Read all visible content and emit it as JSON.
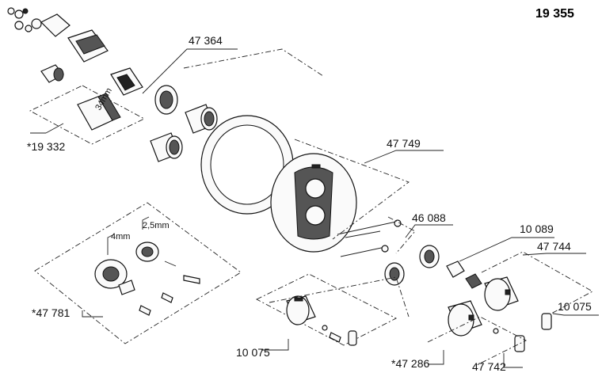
{
  "diagram": {
    "model_number": "19 355",
    "labels": [
      {
        "id": "lbl-47364",
        "text": "47 364"
      },
      {
        "id": "lbl-19332",
        "text": "*19 332"
      },
      {
        "id": "lbl-47749",
        "text": "47 749"
      },
      {
        "id": "lbl-46088",
        "text": "46 088"
      },
      {
        "id": "lbl-10089",
        "text": "10 089"
      },
      {
        "id": "lbl-47744",
        "text": "47 744"
      },
      {
        "id": "lbl-10075a",
        "text": "10 075"
      },
      {
        "id": "lbl-47781",
        "text": "*47 781"
      },
      {
        "id": "lbl-47286",
        "text": "*47 286"
      },
      {
        "id": "lbl-47742",
        "text": "47 742"
      },
      {
        "id": "lbl-10075b",
        "text": "10 075"
      }
    ],
    "dimensions": {
      "d34": "34mm",
      "d25": "2,5mm",
      "d4": "4mm"
    }
  }
}
